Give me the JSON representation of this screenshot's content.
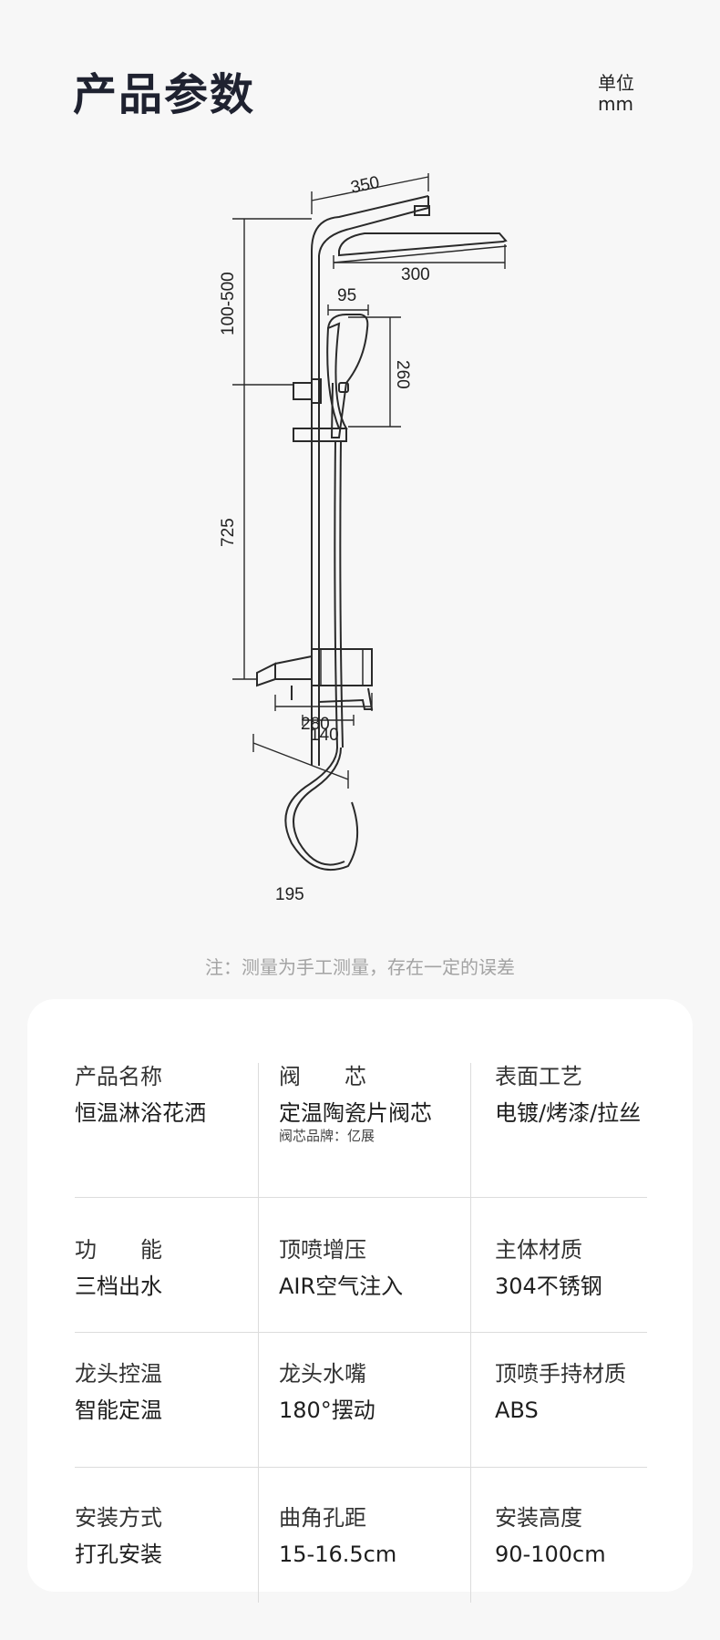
{
  "header": {
    "title": "产品参数",
    "unit_label": "单位",
    "unit_value": "mm"
  },
  "diagram": {
    "dimensions": {
      "top_arm": "350",
      "head_width": "300",
      "handheld_width": "95",
      "handheld_height": "260",
      "upper_height": "100-500",
      "lower_height": "725",
      "spout_reach": "280",
      "center_distance": "140",
      "base_depth": "195"
    }
  },
  "note": "注：测量为手工测量，存在一定的误差",
  "specs": [
    {
      "label": "产品名称",
      "value": "恒温淋浴花洒",
      "sub": ""
    },
    {
      "label": "阀　　芯",
      "value": "定温陶瓷片阀芯",
      "sub": "阀芯品牌：亿展"
    },
    {
      "label": "表面工艺",
      "value": "电镀/烤漆/拉丝",
      "sub": ""
    },
    {
      "label": "功　　能",
      "value": "三档出水",
      "sub": ""
    },
    {
      "label": "顶喷增压",
      "value": "AIR空气注入",
      "sub": ""
    },
    {
      "label": "主体材质",
      "value": "304不锈钢",
      "sub": ""
    },
    {
      "label": "龙头控温",
      "value": "智能定温",
      "sub": ""
    },
    {
      "label": "龙头水嘴",
      "value": "180°摆动",
      "sub": ""
    },
    {
      "label": "顶喷手持材质",
      "value": "ABS",
      "sub": ""
    },
    {
      "label": "安装方式",
      "value": "打孔安装",
      "sub": ""
    },
    {
      "label": "曲角孔距",
      "value": "15-16.5cm",
      "sub": ""
    },
    {
      "label": "安装高度",
      "value": "90-100cm",
      "sub": ""
    }
  ]
}
